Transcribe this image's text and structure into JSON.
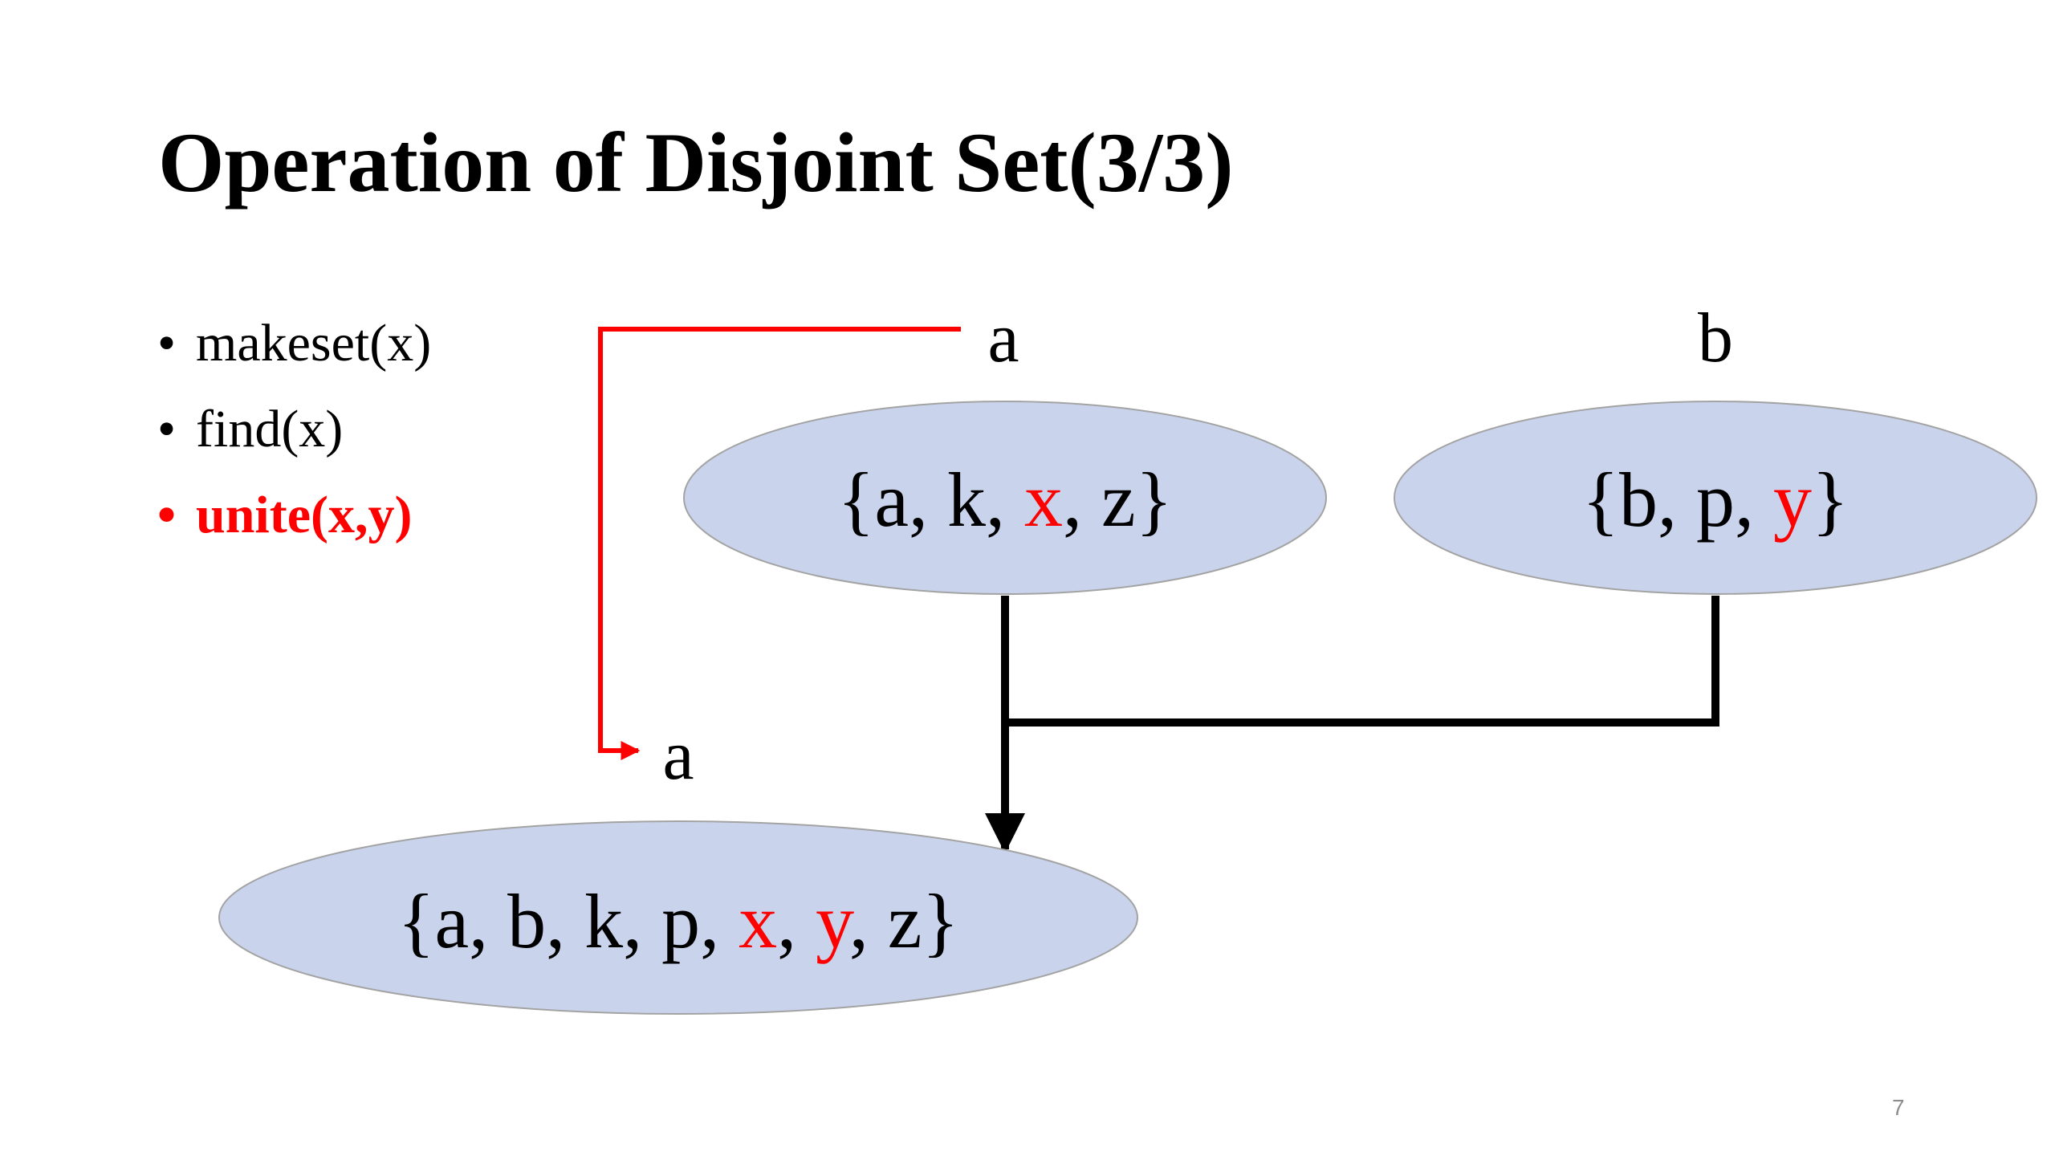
{
  "slide": {
    "title": "Operation of Disjoint Set(3/3)",
    "page_number": "7"
  },
  "bullets": [
    {
      "text": "makeset(x)",
      "highlighted": false
    },
    {
      "text": "find(x)",
      "highlighted": false
    },
    {
      "text": "unite(x,y)",
      "highlighted": true
    }
  ],
  "colors": {
    "ellipse_fill": "#c9d4ec",
    "ellipse_stroke": "#a3a3a3",
    "highlight": "#ff0000",
    "arrow_black": "#000000",
    "arrow_red": "#ff0000"
  },
  "diagram": {
    "set_a": {
      "root": "a",
      "tokens": [
        {
          "t": "{a, k, ",
          "red": false
        },
        {
          "t": "x",
          "red": true
        },
        {
          "t": ", z}",
          "red": false
        }
      ]
    },
    "set_b": {
      "root": "b",
      "tokens": [
        {
          "t": "{b, p, ",
          "red": false
        },
        {
          "t": "y",
          "red": true
        },
        {
          "t": "}",
          "red": false
        }
      ]
    },
    "union": {
      "root": "a",
      "tokens": [
        {
          "t": "{a, b, k, p, ",
          "red": false
        },
        {
          "t": "x",
          "red": true
        },
        {
          "t": ", ",
          "red": false
        },
        {
          "t": "y",
          "red": true
        },
        {
          "t": ", z}",
          "red": false
        }
      ]
    }
  }
}
